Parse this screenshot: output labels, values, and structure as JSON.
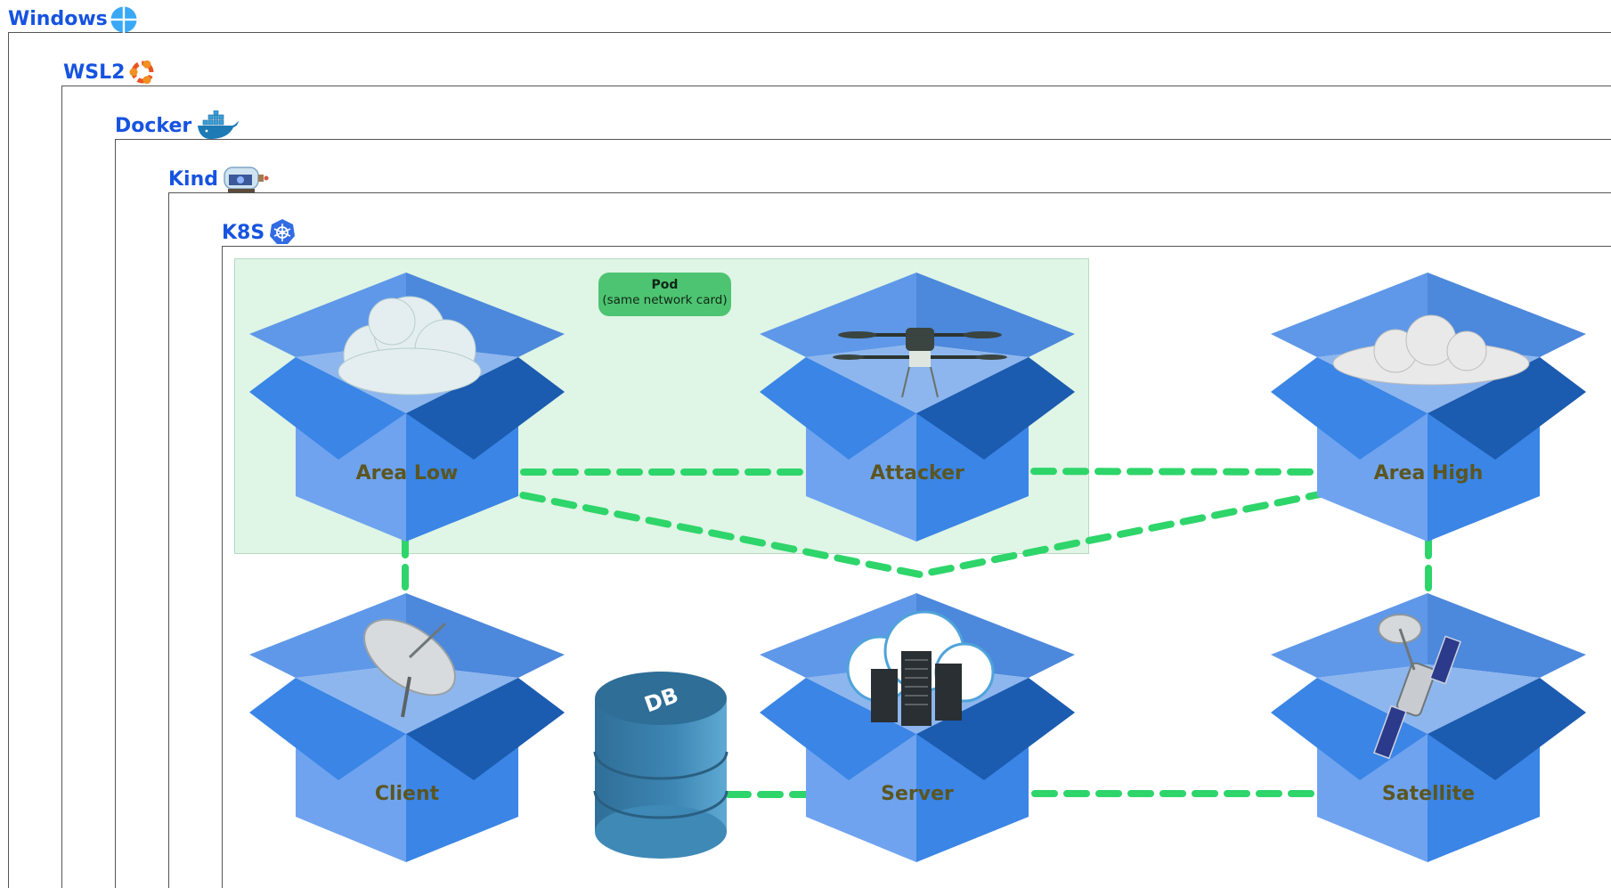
{
  "layers": {
    "windows": {
      "label": "Windows",
      "icon": "windows-logo-icon"
    },
    "wsl2": {
      "label": "WSL2",
      "icon": "ubuntu-logo-icon"
    },
    "docker": {
      "label": "Docker",
      "icon": "docker-whale-icon"
    },
    "kind": {
      "label": "Kind",
      "icon": "kind-bottle-icon"
    },
    "k8s": {
      "label": "K8S",
      "icon": "kubernetes-helm-icon"
    }
  },
  "pod": {
    "title": "Pod",
    "subtitle": "(same network card)"
  },
  "nodes": {
    "area_low": {
      "label": "Area Low",
      "icon": "cumulus-cloud-icon"
    },
    "attacker": {
      "label": "Attacker",
      "icon": "drone-icon"
    },
    "area_high": {
      "label": "Area High",
      "icon": "grey-cloud-icon"
    },
    "client": {
      "label": "Client",
      "icon": "satellite-dish-icon"
    },
    "server": {
      "label": "Server",
      "icon": "cloud-server-icon"
    },
    "satellite": {
      "label": "Satellite",
      "icon": "satellite-icon"
    }
  },
  "database": {
    "label": "DB",
    "icon": "database-cylinder-icon"
  },
  "colors": {
    "layer_label": "#1653e0",
    "pod_zone": "#dff5e5",
    "pod_badge": "#4dc471",
    "link": "#2ed56a",
    "box_light": "#6fa3ef",
    "box_mid": "#3a85e6",
    "box_dark": "#1b5bb0",
    "node_label": "#5b5621"
  }
}
